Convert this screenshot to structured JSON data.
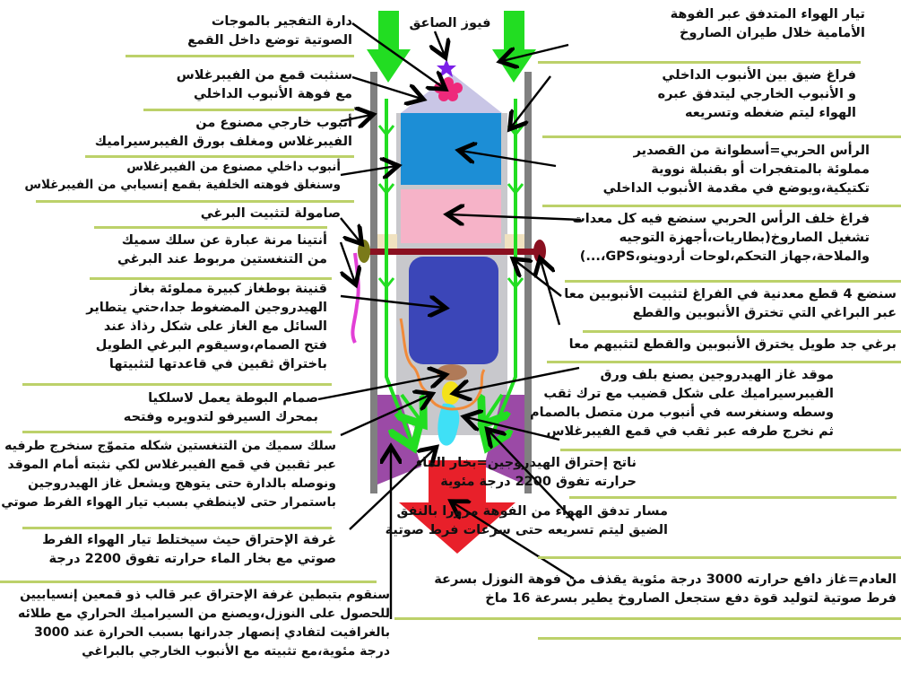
{
  "diagram": {
    "title_fuse": "فيوز الصاعق",
    "colors": {
      "airflow": "#22dd22",
      "outer_tube": "#808080",
      "inner_tube": "#c8c8cc",
      "nose_cone": "#c9c6e6",
      "warhead": "#1c8ed6",
      "electronics_bay": "#f6b3c8",
      "tank": "#3b46b8",
      "bolt": "#8a1020",
      "nut": "#7a7a1a",
      "antenna": "#e23fd6",
      "valve": "#b07a58",
      "igniter": "#f4e21a",
      "exhaust_vapor": "#3fe0f6",
      "combustion_chamber": "#9b4aa6",
      "thrust_arrow": "#e8202a",
      "fuse_star": "#7b1fe8",
      "detonator_flower": "#ee2a7b",
      "wire": "#f08a3a",
      "separator": "#bcd16a"
    },
    "left_labels": [
      {
        "id": "detonator-circuit",
        "lines": [
          "دارة التفجير بالموجات",
          "الصوتية توضع داخل القمع"
        ]
      },
      {
        "id": "fiberglass-cone",
        "lines": [
          "سنثبت قمع من الفيبرغلاس",
          "مع فوهة الأنبوب الداخلي"
        ]
      },
      {
        "id": "outer-tube",
        "lines": [
          "أنبوب خارجي مصنوع من",
          "الفيبرغلاس ومغلف بورق الفيبرسيراميك"
        ]
      },
      {
        "id": "inner-tube",
        "lines": [
          "أنبوب داخلي مصنوع من الفيبرغلاس",
          "وسنغلق فوهته الخلفية بقمع إنسيابي من الفيبرغلاس"
        ]
      },
      {
        "id": "bolt-nut",
        "lines": [
          "صامولة لتثبيت البرغي"
        ]
      },
      {
        "id": "antenna",
        "lines": [
          "أنتينا مرنة عبارة عن سلك سميك",
          "من التنغستين مربوط عند البرغي"
        ]
      },
      {
        "id": "butane-tank",
        "lines": [
          "قنينة بوطغاز كبيرة مملوئة بغاز",
          "الهيدروجين المضغوط جدا،حتي يتطاير",
          "السائل مع الغاز على شكل رذاذ عند",
          "فتح الصمام،وسيقوم البرغي الطويل",
          "باختراق ثقبين في قاعدتها لتثبيتها"
        ]
      },
      {
        "id": "valve",
        "lines": [
          "صمام البوطة يعمل لاسلكيا",
          "بمحرك السيرفو لتدويره وفتحه"
        ]
      },
      {
        "id": "tungsten-wire",
        "lines": [
          "سلك سميك من التنغستين شكله متموّج سنخرج طرفيه",
          "عبر ثقبين في  قمع الفيبرغلاس  لكي نثبته أمام الموقد",
          "ونوصله بالدارة حتى يتوهج ويشعل غاز الهيدروجين",
          "باستمرار حتى لاينطفي بسبب تيار الهواء الفرط صوتي"
        ]
      },
      {
        "id": "combustion-chamber",
        "lines": [
          "غرفة الإحتراق حيث سيختلط تيار الهواء الفرط",
          "صوتي مع بخار الماء حرارته تفوق 2200 درجة"
        ]
      },
      {
        "id": "chamber-lining",
        "lines": [
          "سنقوم بتبطين غرفة الإحتراق عبر قالب ذو قمعين إنسيابيين",
          "للحصول على النوزل،ويصنع من  السيراميك الحراري مع طلائه",
          "بالغرافيت لتفادي إنصهار جدرانها بسبب الحرارة عند 3000",
          "درجة مئوية،مع تثبيته مع الأنبوب الخارجي بالبراغي"
        ]
      }
    ],
    "right_labels": [
      {
        "id": "front-airflow",
        "lines": [
          "تيار الهواء المتدفق عبر الفوهة",
          "الأمامية خلال طيران الصاروخ"
        ]
      },
      {
        "id": "narrow-gap",
        "lines": [
          "فراغ ضيق بين الأنبوب الداخلي",
          "و الأنبوب الخارجي ليتدفق عبره",
          "الهواء ليتم ضغطه وتسريعه"
        ]
      },
      {
        "id": "warhead",
        "lines": [
          "الرأس الحربي=أسطوانة من القصدير",
          "مملوئة بالمتفجرات أو بقنبلة نووية",
          "تكتيكية،ويوضع في مقدمة الأنبوب الداخلي"
        ]
      },
      {
        "id": "electronics-bay",
        "lines": [
          "فراغ خلف الرأس الحربي سنضع فيه كل معدات",
          "تشغيل الصاروخ(بطاريات،أجهزة التوجيه",
          "والملاحة،جهاز التحكم،لوحات أردوينو،GPS،...)"
        ]
      },
      {
        "id": "metal-spacers",
        "lines": [
          "سنضع 4 قطع معدنية في الفراغ لتثبيت الأنبوبين معا",
          "عبر البراغي التي تخترق الأنبوبين والقطع"
        ]
      },
      {
        "id": "long-bolt",
        "lines": [
          "برغي جد طويل يخترق الأنبوبين والقطع لتثبيهم معا"
        ]
      },
      {
        "id": "hydrogen-burner",
        "lines": [
          "موقد غاز الهيدروجين يصنع بلف ورق",
          "الفيبرسيراميك على شكل قضيب مع ترك ثقب",
          "وسطه وسنغرسه في أنبوب مرن متصل بالصمام",
          "ثم نخرج طرفه عبر ثقب في  قمع  الفيبرغلاس"
        ]
      },
      {
        "id": "combustion-product",
        "lines": [
          "ناتج إحتراق الهيدروجين=بخار الماء",
          "حرارته تفوق 2200 درجة مئوية"
        ]
      },
      {
        "id": "air-path",
        "lines": [
          "مسار تدفق الهواء من الفوهة مرورا بالنفق",
          "الضيق ليتم تسريعه حتى سرعات فرط صوتية"
        ]
      },
      {
        "id": "exhaust",
        "lines": [
          "العادم=غاز دافع حرارته 3000 درجة مئوية يقذف من فوهة النوزل بسرعة",
          "فرط صوتية لتوليد قوة دفع ستجعل الصاروخ يطير بسرعة 16 ماخ"
        ]
      }
    ]
  }
}
